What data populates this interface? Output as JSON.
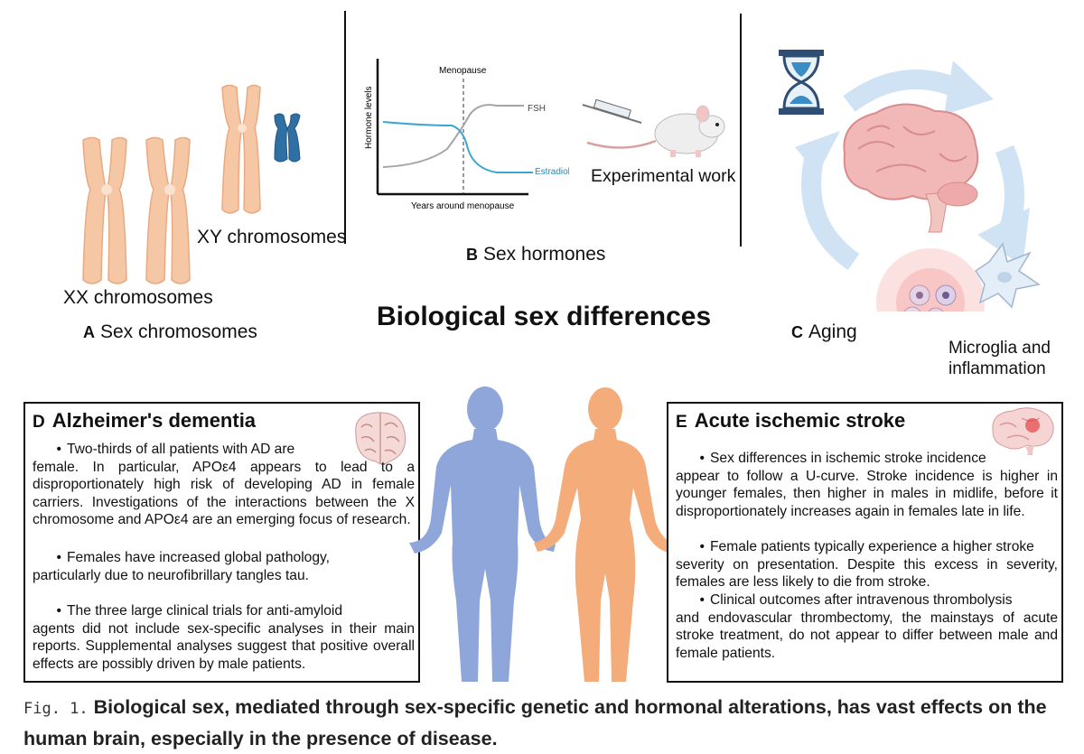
{
  "title": "Biological sex differences",
  "panel_a": {
    "letter": "A",
    "label": "Sex chromosomes",
    "xx_label": "XX chromosomes",
    "xy_label": "XY chromosomes"
  },
  "panel_b": {
    "letter": "B",
    "label": "Sex hormones",
    "chart": {
      "menopause_label": "Menopause",
      "ylabel": "Hormone levels",
      "xlabel": "Years around menopause",
      "series_fsh": "FSH",
      "series_estradiol": "Estradiol"
    },
    "experimental_label": "Experimental work"
  },
  "panel_c": {
    "letter": "C",
    "label": "Aging",
    "microglia_label_1": "Microglia and",
    "microglia_label_2": "inflammation"
  },
  "panel_d": {
    "letter": "D",
    "title": "Alzheimer's dementia",
    "bullets": [
      {
        "first": "Two-thirds of all patients with AD are",
        "rest": "female. In particular, APOε4 appears to lead to a disproportionately high risk of developing AD in female carriers. Investigations of the interactions between the X chromosome and APOε4 are an emerging focus of research."
      },
      {
        "first": "Females have increased global pathology,",
        "rest": "particularly due to neurofibrillary tangles tau."
      },
      {
        "first": "The three large clinical trials for anti-amyloid",
        "rest": "agents did not include sex-specific analyses in their main reports. Supplemental analyses suggest that positive overall effects are possibly driven by male patients."
      }
    ]
  },
  "panel_e": {
    "letter": "E",
    "title": "Acute ischemic stroke",
    "bullets": [
      {
        "first": "Sex differences in ischemic stroke incidence",
        "rest": "appear to follow a U-curve. Stroke incidence is higher in younger females, then higher in males in midlife, before it disproportionately increases again in females late in life."
      },
      {
        "first": "Female patients typically experience a higher stroke",
        "rest": "severity on presentation. Despite this excess in severity, females are less likely to die from stroke."
      },
      {
        "first": "Clinical outcomes after intravenous thrombolysis",
        "rest": "and endovascular thrombectomy, the mainstays of acute stroke treatment, do not appear to differ between male and female patients."
      }
    ]
  },
  "caption": {
    "fig_label": "Fig. 1.",
    "text": "Biological sex, mediated through sex-specific genetic and hormonal alterations, has vast effects on the human brain, especially in the presence of disease."
  },
  "colors": {
    "chromosome_x": "#f6c7a4",
    "chromosome_y": "#2f6fa3",
    "fsh_line": "#a5a5a5",
    "estradiol_line": "#3aa6d1",
    "cycle_arrows": "#cfe3f4",
    "brain": "#f2b8b8",
    "male_figure": "#8ea6d9",
    "female_figure": "#f3ac7a",
    "hourglass": "#2e4f73",
    "inflammation": "#f05a5a"
  },
  "icons": [
    "chromosome-icon",
    "mouse-syringe-icon",
    "hourglass-icon",
    "brain-icon",
    "microglia-icon",
    "human-figure-icon"
  ]
}
